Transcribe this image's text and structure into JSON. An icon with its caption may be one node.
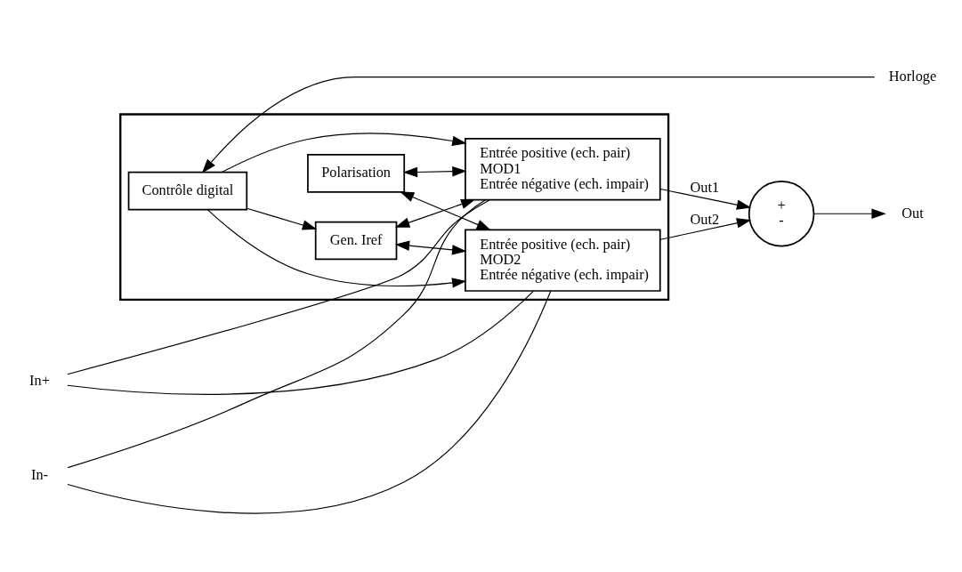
{
  "diagram": {
    "nodes": [
      {
        "text": [],
        "shape": "box"
      },
      {
        "text": [
          "Entrée positive (ech. pair)",
          "MOD1",
          "Entrée négative (ech. impair)"
        ],
        "in": 0
      },
      {
        "text": [
          "Polarisation"
        ],
        "in": 0
      },
      {
        "text": [
          "Gen. Iref"
        ],
        "in": 0
      },
      {
        "text": [
          "Entrée positive (ech. pair)",
          "MOD2",
          "Entrée négative (ech. impair)"
        ],
        "in": 0
      },
      {
        "text": [
          "Contrôle digital"
        ],
        "in": 0
      },
      {
        "text": [
          "In+"
        ]
      },
      {
        "text": [
          "In-"
        ]
      },
      {
        "text": [
          "+",
          "-"
        ]
      },
      {
        "text": [
          "Out"
        ]
      },
      {
        "text": [
          "Horloge"
        ]
      }
    ],
    "edges": [
      {
        "from": 6,
        "to": 1,
        "arrow": "none"
      },
      {
        "from": 6,
        "to": 4,
        "arrow": "none"
      },
      {
        "from": 7,
        "to": 1,
        "arrow": "none"
      },
      {
        "from": 7,
        "to": 4,
        "arrow": "none"
      },
      {
        "from": 2,
        "to": 1,
        "arrow": "both"
      },
      {
        "from": 2,
        "to": 4,
        "arrow": "both"
      },
      {
        "from": 3,
        "to": 1,
        "arrow": "both"
      },
      {
        "from": 3,
        "to": 4,
        "arrow": "both"
      },
      {
        "from": 5,
        "to": 1,
        "arrow": "to"
      },
      {
        "from": 5,
        "to": 3,
        "arrow": "to"
      },
      {
        "from": 5,
        "to": 4,
        "arrow": "to"
      },
      {
        "from": 1,
        "to": 8,
        "label": "Out1",
        "arrow": "to"
      },
      {
        "from": 4,
        "to": 8,
        "label": "Out2",
        "arrow": "to"
      },
      {
        "from": 8,
        "to": 9,
        "arrow": "to"
      },
      {
        "from": 10,
        "to": 5,
        "arrow": "to"
      }
    ]
  }
}
